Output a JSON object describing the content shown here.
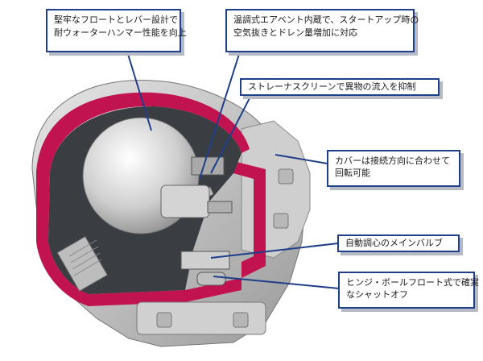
{
  "callouts": {
    "float": {
      "line1": "堅牢なフロートとレバー設計で",
      "line2": "耐ウォーターハンマー性能を向上"
    },
    "air_vent": {
      "line1": "温調式エアベント内蔵で、スタートアップ時の",
      "line2": "空気抜きとドレン量増加に対応"
    },
    "strainer": {
      "line1": "ストレーナスクリーンで異物の流入を抑制"
    },
    "cover": {
      "line1": "カバーは接続方向に合わせて",
      "line2": "回転可能"
    },
    "main_valve": {
      "line1": "自動調心のメインバルブ"
    },
    "shutoff": {
      "line1": "ヒンジ・ボールフロート式で確実",
      "line2": "なシャットオフ"
    }
  },
  "colors": {
    "callout_border": "#1f3f8a",
    "leader_line": "#1f3f8a",
    "section_red": "#c0134f",
    "body_metal": "#c9c9c9",
    "interior_dark": "#3a3d42"
  }
}
